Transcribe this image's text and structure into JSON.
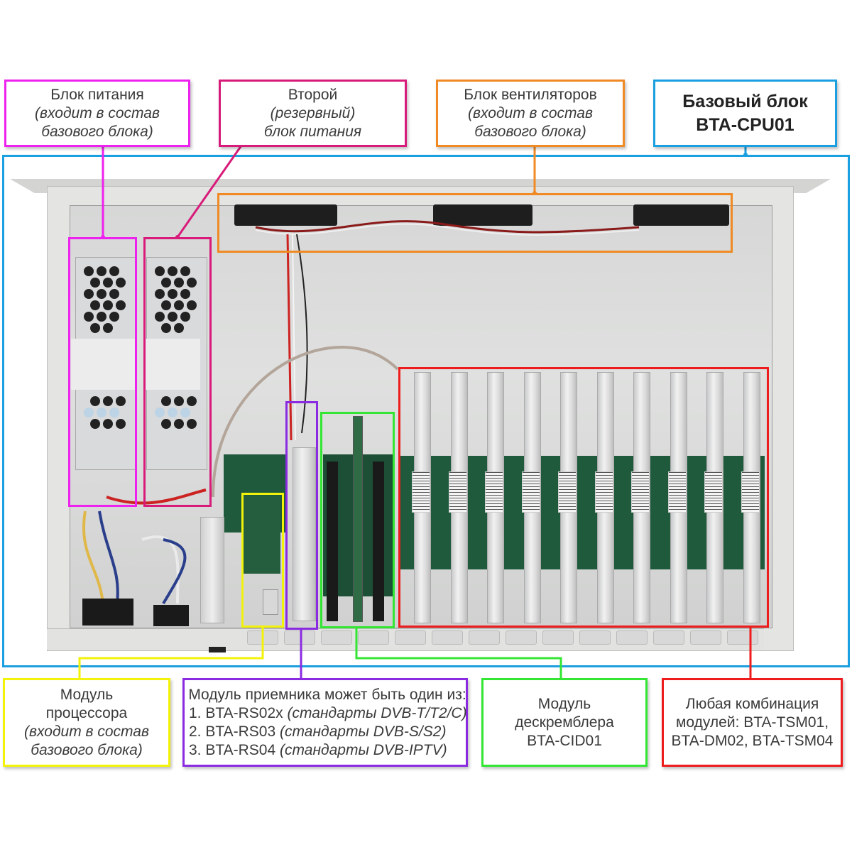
{
  "callouts": {
    "psu1": {
      "title": "Блок питания",
      "note": "(входит в состав базового блока)",
      "note_l1": "(входит в состав",
      "note_l2": "базового блока)",
      "color": "#ee22ee"
    },
    "psu2": {
      "l1": "Второй",
      "l2": "(резервный)",
      "l3": "блок питания",
      "color": "#d81b7a"
    },
    "fans": {
      "title": "Блок вентиляторов",
      "note_l1": "(входит в состав",
      "note_l2": "базового блока)",
      "color": "#f08a24"
    },
    "base": {
      "l1": "Базовый блок",
      "l2": "BTA-CPU01",
      "color": "#1a9fe0"
    },
    "cpu": {
      "l1": "Модуль",
      "l2": "процессора",
      "note_l1": "(входит в состав",
      "note_l2": "базового блока)",
      "color": "#f2f20a"
    },
    "receiver": {
      "heading": "Модуль приемника может быть один из:",
      "items": [
        {
          "num": "1.",
          "model": "BTA-RS02x",
          "standard": "(стандарты DVB-T/T2/C)"
        },
        {
          "num": "2.",
          "model": "BTA-RS03",
          "standard": "(стандарты DVB-S/S2)"
        },
        {
          "num": "3.",
          "model": "BTA-RS04",
          "standard": "(стандарты DVB-IPTV)"
        }
      ],
      "color": "#8a2be2"
    },
    "descrambler": {
      "l1": "Модуль",
      "l2": "дескремблера",
      "l3": "BTA-CID01",
      "color": "#33e633"
    },
    "combo": {
      "l1": "Любая комбинация",
      "l2": "модулей: BTA-TSM01,",
      "l3": "BTA-DM02, BTA-TSM04",
      "color": "#ee1c1c"
    }
  },
  "photo": {
    "subject": "Открытый корпус базового блока BTA-CPU01",
    "fan_count": 3,
    "module_slots": 10,
    "psu_count": 2
  }
}
